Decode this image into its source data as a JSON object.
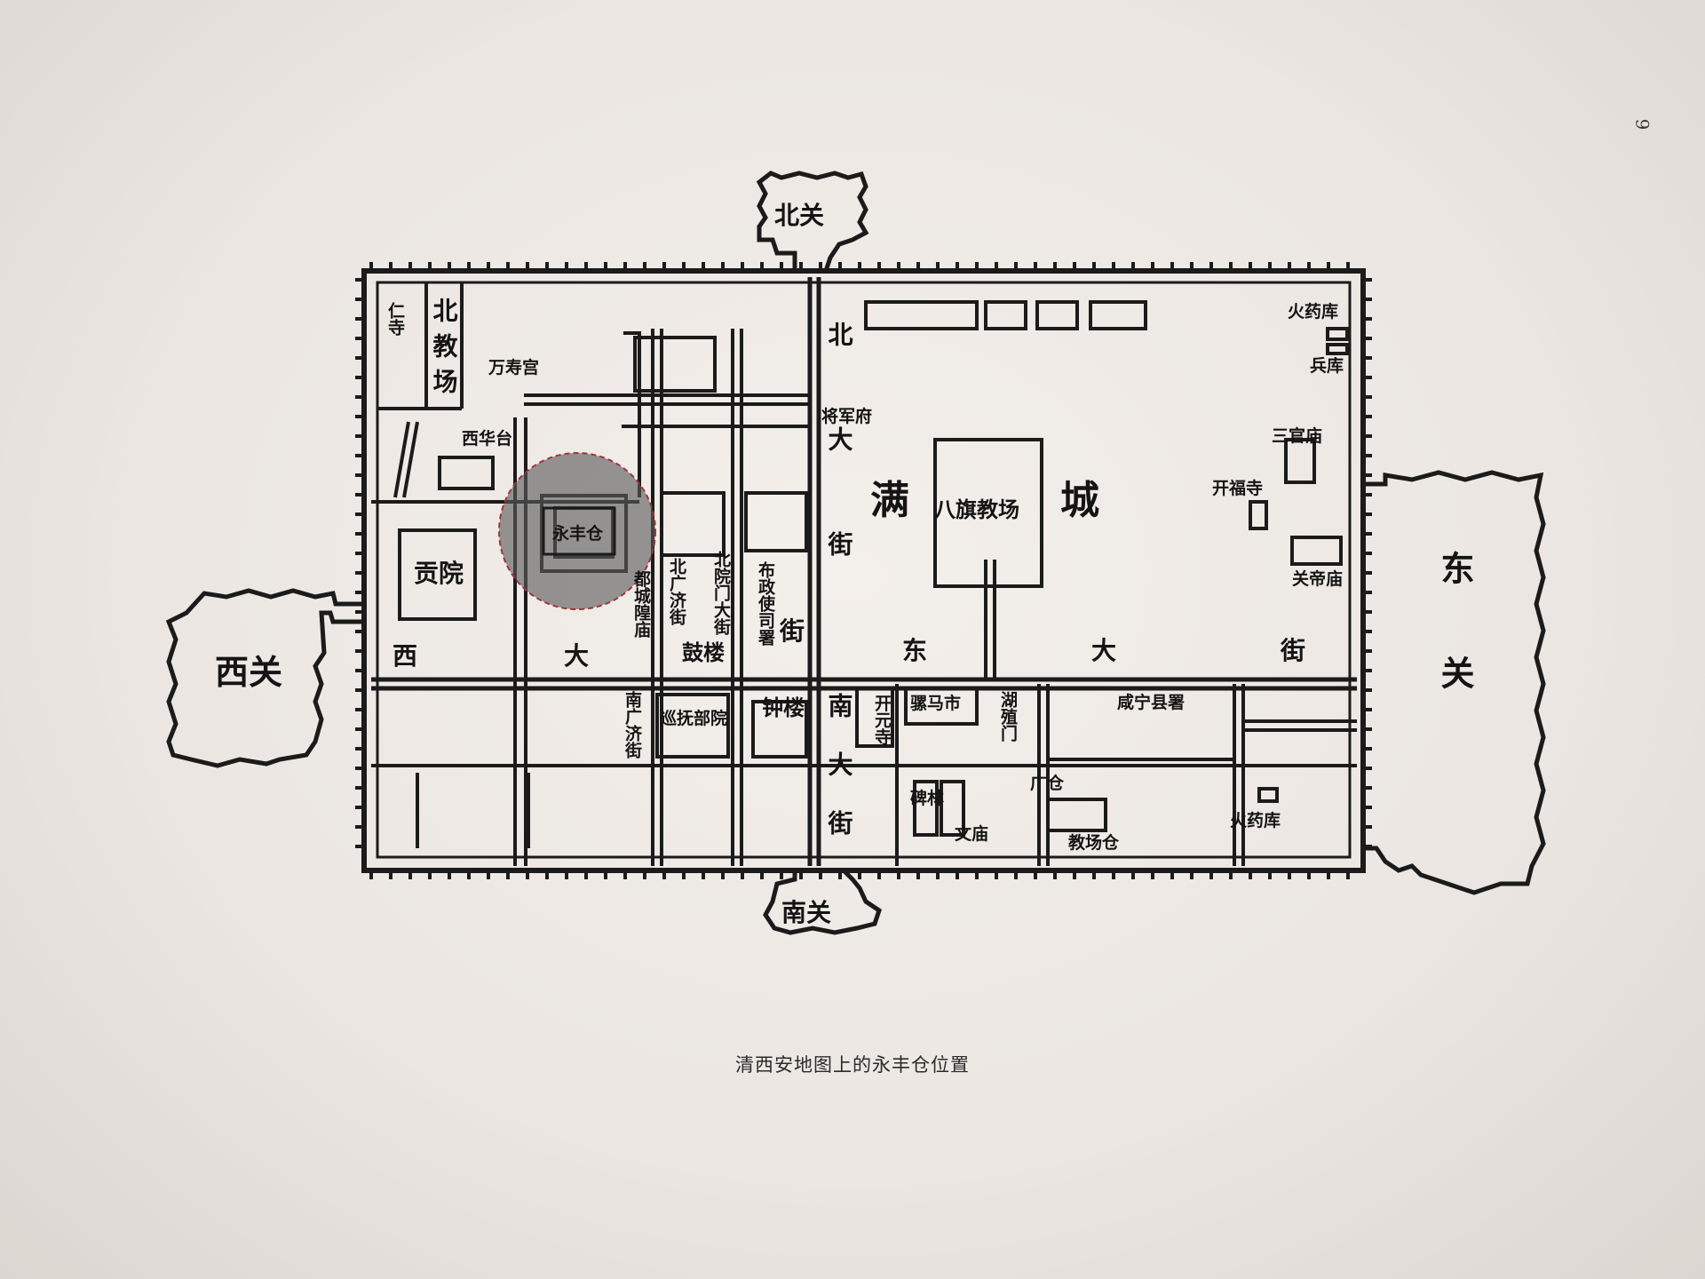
{
  "caption": "清西安地图上的永丰仓位置",
  "page_number": "9",
  "gates": {
    "north": "北关",
    "south": "南关",
    "west": "西关",
    "east": "东关"
  },
  "streets": {
    "north_street": "北大街",
    "south_street": "南大街",
    "east_street": "东大街",
    "west_street": "西大",
    "west_street_end": "街"
  },
  "district": "满城",
  "places": {
    "yongfeng_granary": "永丰仓",
    "gongyuan": "贡院",
    "bei_jiaochang": "北教场",
    "renyi_si": "仁寺",
    "wanshou_gong": "万寿宫",
    "xi_hua_tai": "西华台",
    "jiangjun_fu": "将军府",
    "baqi_jiaochang": "八旗教场",
    "huoyao_ku_ne": "火药库",
    "bing_ku": "兵库",
    "sanguan_miao": "三官庙",
    "kaifu_si": "开福寺",
    "guandi_miao": "关帝庙",
    "beiguang_ji_jie": "北广济街",
    "beiyuanmen_dajie": "北院门大街",
    "buzheng_si_shu": "布政使司署",
    "gulou": "鼓楼",
    "zhonglou": "钟楼",
    "xunfu_buyuan": "巡抚部院",
    "kaiyuan_si": "开元寺",
    "luoma_shi": "骡马市",
    "huxing_men": "湖殖门",
    "xianning_xian_shu": "咸宁县署",
    "beilin": "碑林",
    "wenmiao": "文庙",
    "guang_cang": "广仓",
    "jiaochang_se": "教场仓",
    "huoyao_ku_se": "火药库",
    "nan_guang_ji_jie": "南广济街",
    "duwei": "都城隍庙"
  },
  "highlight": {
    "color": "#a0333b",
    "fill": "#5a5a5a"
  }
}
